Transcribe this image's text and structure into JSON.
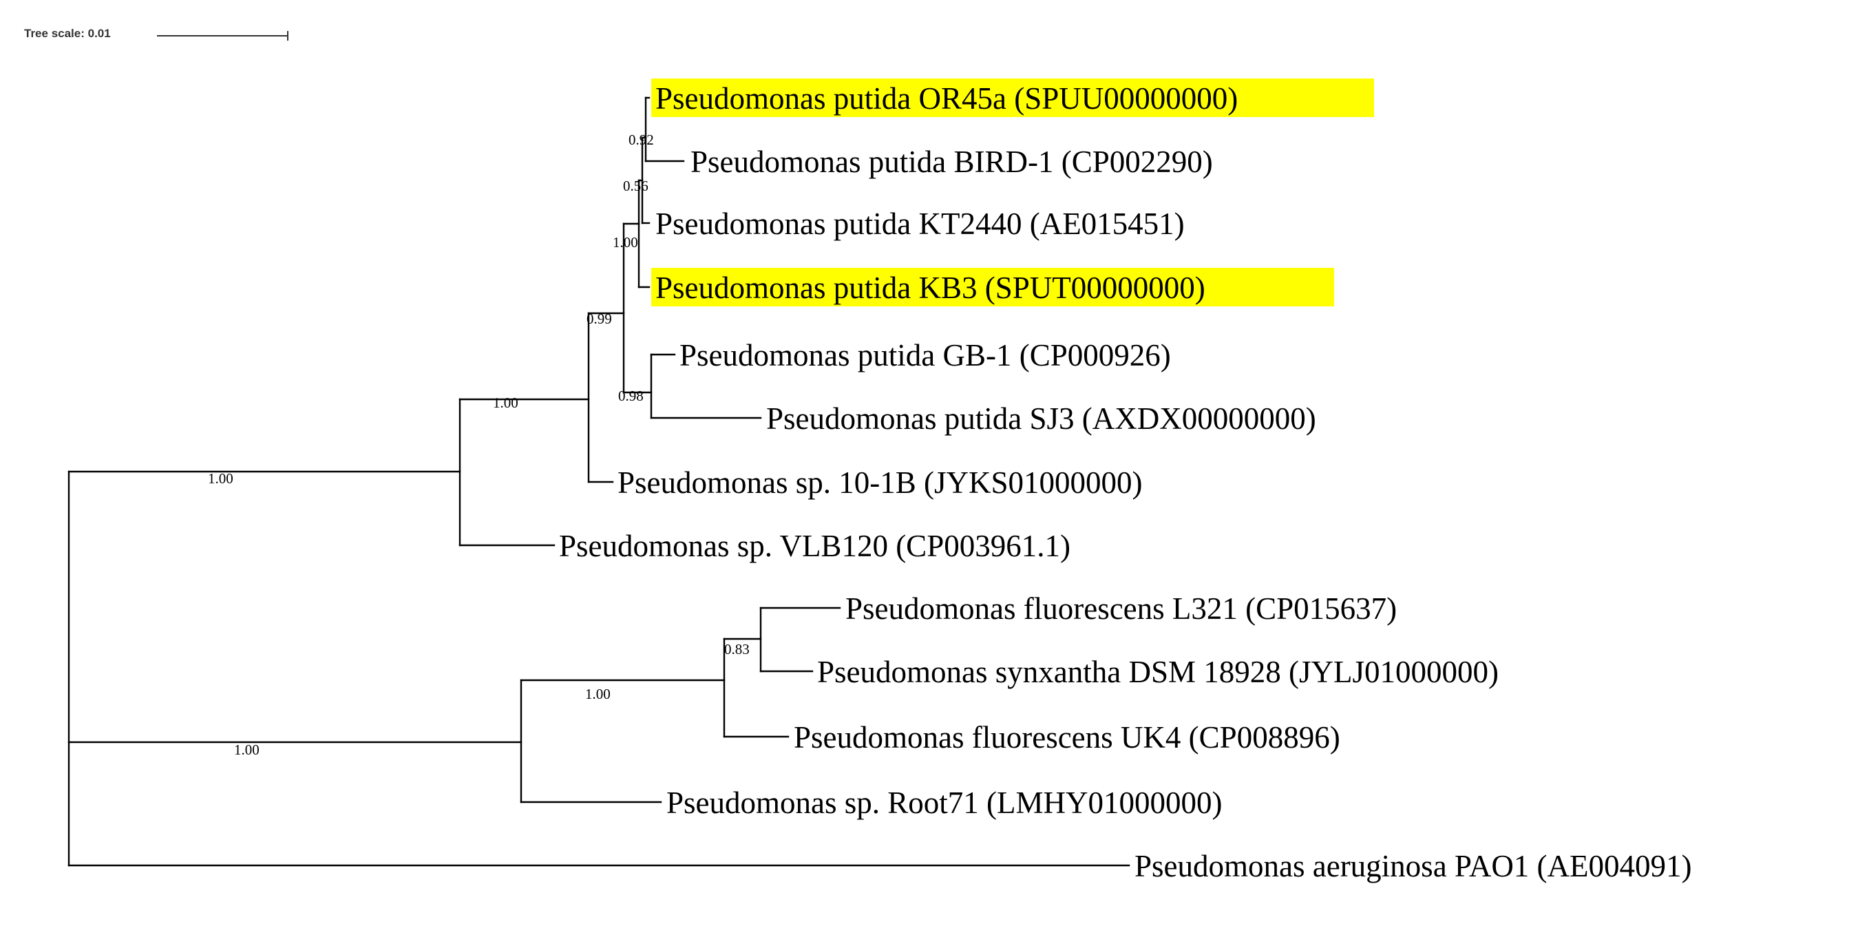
{
  "tree_scale": {
    "label": "Tree scale: 0.01"
  },
  "highlight_color": "#ffff00",
  "leaves": [
    {
      "id": "or45a",
      "label": "Pseudomonas putida OR45a (SPUU00000000)",
      "highlighted": true
    },
    {
      "id": "bird1",
      "label": "Pseudomonas putida BIRD-1 (CP002290)",
      "highlighted": false
    },
    {
      "id": "kt2440",
      "label": "Pseudomonas putida KT2440 (AE015451)",
      "highlighted": false
    },
    {
      "id": "kb3",
      "label": "Pseudomonas putida KB3 (SPUT00000000)",
      "highlighted": true
    },
    {
      "id": "gb1",
      "label": "Pseudomonas putida GB-1 (CP000926)",
      "highlighted": false
    },
    {
      "id": "sj3",
      "label": "Pseudomonas putida SJ3 (AXDX00000000)",
      "highlighted": false
    },
    {
      "id": "sp101b",
      "label": "Pseudomonas sp. 10-1B (JYKS01000000)",
      "highlighted": false
    },
    {
      "id": "vlb120",
      "label": "Pseudomonas sp. VLB120 (CP003961.1)",
      "highlighted": false
    },
    {
      "id": "l321",
      "label": "Pseudomonas fluorescens L321 (CP015637)",
      "highlighted": false
    },
    {
      "id": "dsm18928",
      "label": "Pseudomonas synxantha DSM 18928 (JYLJ01000000)",
      "highlighted": false
    },
    {
      "id": "uk4",
      "label": "Pseudomonas fluorescens UK4 (CP008896)",
      "highlighted": false
    },
    {
      "id": "root71",
      "label": "Pseudomonas sp. Root71 (LMHY01000000)",
      "highlighted": false
    },
    {
      "id": "pao1",
      "label": "Pseudomonas aeruginosa PAO1 (AE004091)",
      "highlighted": false
    }
  ],
  "support_values": {
    "or45a_bird1": "0.92",
    "kt2440_clade": "0.56",
    "kb3_clade": "1.00",
    "putida_group": "0.99",
    "gb1_sj3": "0.98",
    "putida_sp_clade": "1.00",
    "putida_vlb_clade": "1.00",
    "fluorescens_l321_dsm": "0.83",
    "fluorescens_clade": "1.00",
    "fluorescens_root71_clade": "1.00"
  }
}
